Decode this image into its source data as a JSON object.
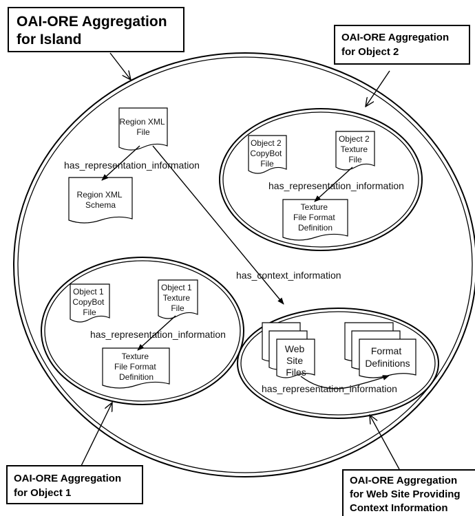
{
  "boxes": {
    "island": [
      "OAI-ORE Aggregation",
      "for Island"
    ],
    "object2": [
      "OAI-ORE Aggregation",
      "for Object 2"
    ],
    "object1": [
      "OAI-ORE Aggregation",
      "for Object 1"
    ],
    "website": [
      "OAI-ORE Aggregation",
      "for Web Site Providing",
      "Context Information"
    ]
  },
  "documents": {
    "region_xml_file": [
      "Region XML",
      "File"
    ],
    "region_xml_schema": [
      "Region XML",
      "Schema"
    ],
    "object2_copybot": [
      "Object 2",
      "CopyBot",
      "File"
    ],
    "object2_texture": [
      "Object 2",
      "Texture",
      "File"
    ],
    "object2_format": [
      "Texture",
      "File Format",
      "Definition"
    ],
    "object1_copybot": [
      "Object 1",
      "CopyBot",
      "File"
    ],
    "object1_texture": [
      "Object 1",
      "Texture",
      "File"
    ],
    "object1_format": [
      "Texture",
      "File Format",
      "Definition"
    ],
    "web_site_files": [
      "Web",
      "Site",
      "Files"
    ],
    "format_definitions": [
      "Format",
      "Definitions"
    ]
  },
  "relations": {
    "region_rep": "has_representation_information",
    "context": "has_context_information",
    "object2_rep": "has_representation_information",
    "object1_rep": "has_representation_information",
    "website_rep": "has_representation_information"
  }
}
